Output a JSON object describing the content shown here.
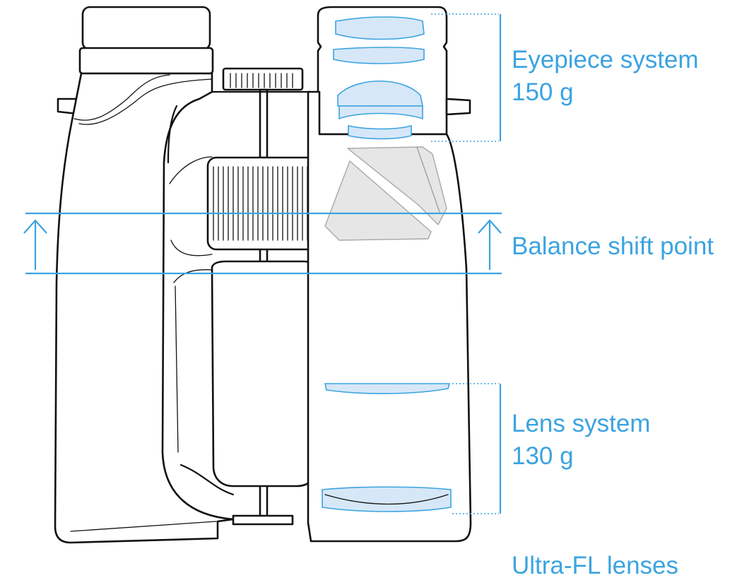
{
  "labels": {
    "eyepiece_system": "Eyepiece system",
    "eyepiece_weight": "150 g",
    "balance_shift_point": "Balance shift point",
    "lens_system": "Lens system",
    "lens_weight": "130 g",
    "ultra_fl_lenses": "Ultra-FL lenses"
  },
  "colors": {
    "accent": "#3ba3e0",
    "outline": "#111111",
    "lens_fill": "#d6e7f8",
    "prism_fill": "#e6e6e6"
  }
}
